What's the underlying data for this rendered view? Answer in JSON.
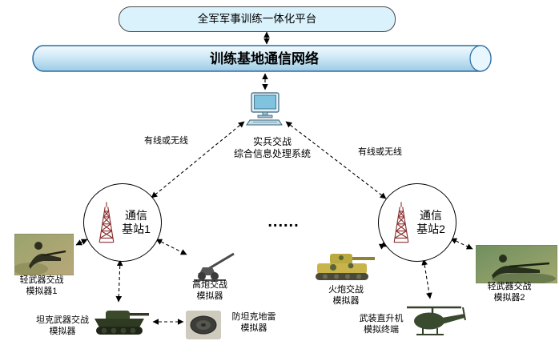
{
  "platform": {
    "label": "全军军事训练一体化平台"
  },
  "network": {
    "label": "训练基地通信网络"
  },
  "processor": {
    "line1": "实兵交战",
    "line2": "综合信息处理系统"
  },
  "links": {
    "left": "有线或无线",
    "right": "有线或无线",
    "ellipsis": "......"
  },
  "stations": [
    {
      "line1": "通信",
      "line2": "基站1"
    },
    {
      "line1": "通信",
      "line2": "基站2"
    }
  ],
  "simulators": [
    {
      "id": "light-weapon-1",
      "line1": "轻武器交战",
      "line2": "模拟器1"
    },
    {
      "id": "tank-weapon",
      "line1": "坦克武器交战",
      "line2": "模拟器"
    },
    {
      "id": "aa-gun",
      "line1": "高炮交战",
      "line2": "模拟器"
    },
    {
      "id": "at-mine",
      "line1": "防坦克地雷",
      "line2": "模拟器"
    },
    {
      "id": "artillery",
      "line1": "火炮交战",
      "line2": "模拟器"
    },
    {
      "id": "helicopter",
      "line1": "武装直升机",
      "line2": "模拟终端"
    },
    {
      "id": "light-weapon-2",
      "line1": "轻武器交战",
      "line2": "模拟器2"
    }
  ],
  "colors": {
    "cylinder_border": "#2e6da4",
    "cylinder_fill": "#cfe9f7",
    "platform_fill": "#daf2fb",
    "tower": "#8b2f2f",
    "arrow": "#000000"
  }
}
